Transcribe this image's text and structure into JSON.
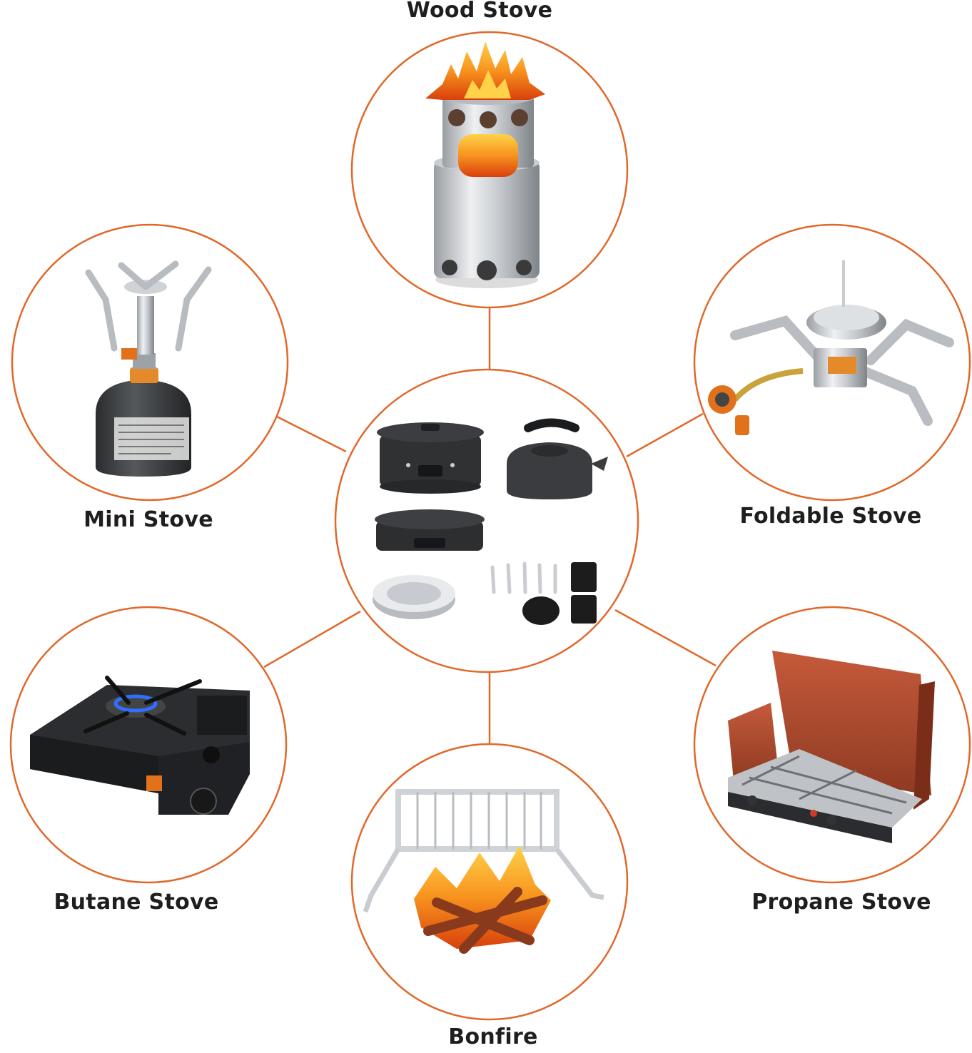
{
  "colors": {
    "accent": "#e0682a",
    "text": "#1e1e1e",
    "background": "#ffffff"
  },
  "center": {
    "items": [
      "cooking-pot-icon",
      "kettle-icon",
      "frying-pan-icon",
      "plate-icon",
      "utensil-set-icon",
      "storage-bag-icon"
    ]
  },
  "nodes": [
    {
      "label": "Wood Stove",
      "icon": "wood-stove-icon"
    },
    {
      "label": "Mini Stove",
      "icon": "mini-stove-icon"
    },
    {
      "label": "Foldable Stove",
      "icon": "foldable-stove-icon"
    },
    {
      "label": "Butane Stove",
      "icon": "butane-stove-icon"
    },
    {
      "label": "Propane Stove",
      "icon": "propane-stove-icon"
    },
    {
      "label": "Bonfire",
      "icon": "bonfire-icon"
    }
  ]
}
